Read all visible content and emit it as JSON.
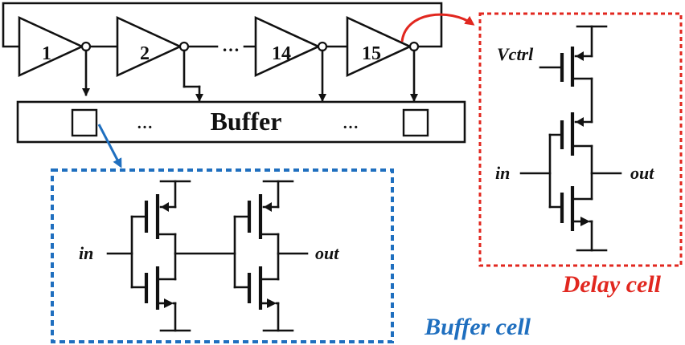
{
  "ring": {
    "stages": [
      "1",
      "2",
      "14",
      "15"
    ],
    "ellipsis": "…"
  },
  "buffer": {
    "label": "Buffer",
    "ellipsis_left": "…",
    "ellipsis_right": "…"
  },
  "delay_cell": {
    "title": "Delay cell",
    "vctrl": "Vctrl",
    "in": "in",
    "out": "out"
  },
  "buffer_cell": {
    "title": "Buffer cell",
    "in": "in",
    "out": "out"
  },
  "colors": {
    "delay_accent": "#e1271f",
    "buffer_accent": "#1f6fbf",
    "ink": "#111111"
  }
}
